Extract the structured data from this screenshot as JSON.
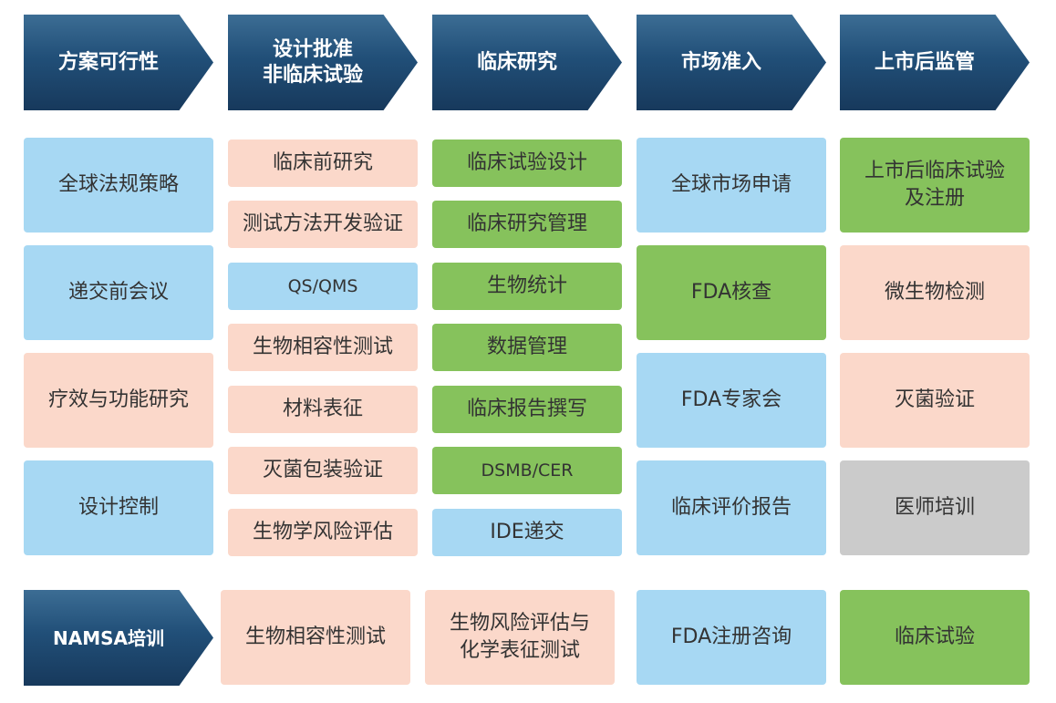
{
  "colors": {
    "blue": "#a7d8f3",
    "pink": "#fbd8ca",
    "green": "#86c25c",
    "gray": "#cbcbcb",
    "header": "#214f78"
  },
  "headers": [
    "方案可行性",
    "设计批准\n非临床试验",
    "临床研究",
    "市场准入",
    "上市后监管"
  ],
  "col1": [
    "全球法规策略",
    "递交前会议",
    "疗效与功能研究",
    "设计控制"
  ],
  "col2": [
    "临床前研究",
    "测试方法开发验证",
    "QS/QMS",
    "生物相容性测试",
    "材料表征",
    "灭菌包装验证",
    "生物学风险评估"
  ],
  "col3": [
    "临床试验设计",
    "临床研究管理",
    "生物统计",
    "数据管理",
    "临床报告撰写",
    "DSMB/CER",
    "IDE递交"
  ],
  "col4": [
    "全球市场申请",
    "FDA核查",
    "FDA专家会",
    "临床评价报告"
  ],
  "col5": [
    "上市后临床试验\n及注册",
    "微生物检测",
    "灭菌验证",
    "医师培训"
  ],
  "training": {
    "header": "NAMSA培训",
    "items": [
      "生物相容性测试",
      "生物风险评估与\n化学表征测试",
      "FDA注册咨询",
      "临床试验"
    ]
  }
}
